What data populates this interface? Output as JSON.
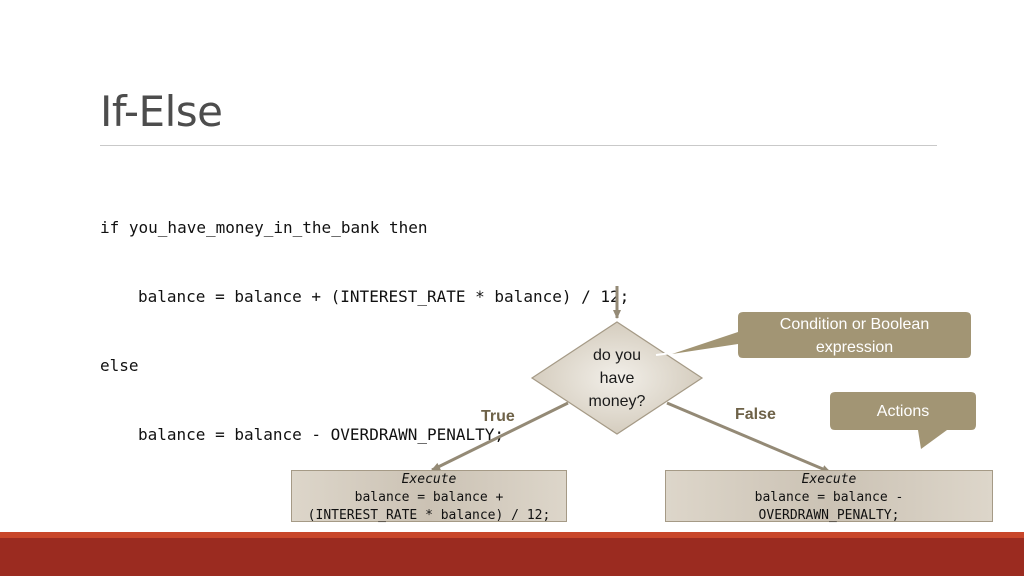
{
  "slide": {
    "title": "If-Else"
  },
  "code": {
    "line1": "if you_have_money_in_the_bank then",
    "line2": "balance = balance + (INTEREST_RATE * balance) / 12;",
    "line3": "else",
    "line4": "balance = balance - OVERDRAWN_PENALTY;"
  },
  "flowchart": {
    "decision_line1": "do you",
    "decision_line2": "have",
    "decision_line3": "money?",
    "true_label": "True",
    "false_label": "False",
    "callout_condition_line1": "Condition or Boolean",
    "callout_condition_line2": "expression",
    "callout_actions": "Actions",
    "true_box": {
      "heading": "Execute",
      "line1": "balance = balance +",
      "line2": "(INTEREST_RATE * balance) / 12;"
    },
    "false_box": {
      "heading": "Execute",
      "line1": "balance = balance -",
      "line2": "OVERDRAWN_PENALTY;"
    }
  },
  "colors": {
    "title": "#4d4d4d",
    "callout_fill": "#a29574",
    "branch_label": "#6e6248",
    "arrow": "#948a76",
    "footer": "#9b2b20",
    "footer_accent": "#c8462a"
  }
}
